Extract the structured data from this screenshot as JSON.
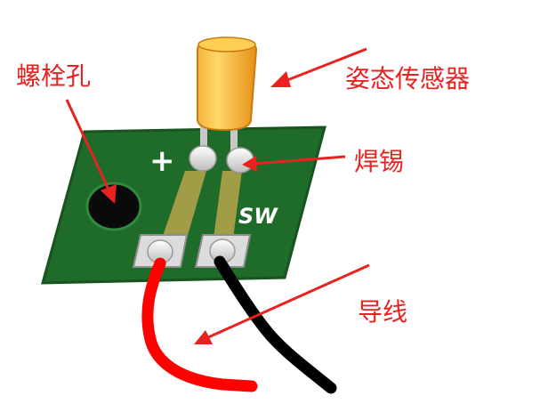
{
  "colors": {
    "label_red": "#e8231f",
    "arrow_red": "#e8231f",
    "board_green": "#1f6b2a",
    "board_dark": "#17541f",
    "trace_gold": "#b9a64c",
    "pad_silver": "#d9d9d9",
    "sensor_orange": "#f0a21e",
    "sensor_light": "#ffd86a",
    "wire_red": "#ff0000",
    "wire_black": "#000000"
  },
  "labels": {
    "bolt_hole": "螺栓孔",
    "sensor": "姿态传感器",
    "solder": "焊锡",
    "wire": "导线"
  },
  "board": {
    "plus_mark": "+",
    "sw_mark": "SW"
  }
}
